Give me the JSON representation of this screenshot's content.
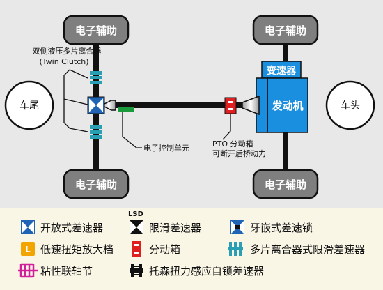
{
  "diagram": {
    "aux_label": "电子辅助",
    "rear_label": "车尾",
    "front_label": "车头",
    "gearbox_label": "变速器",
    "engine_label": "发动机",
    "twin_clutch_label_line1": "双侧液压多片离合器",
    "twin_clutch_label_line2": "(Twin Clutch)",
    "ecu_label": "电子控制单元",
    "pto_label_line1": "PTO 分动箱",
    "pto_label_line2": "可断开后桥动力"
  },
  "legend": {
    "open_diff": "开放式差速器",
    "lsd_tag": "LSD",
    "lsd": "限滑差速器",
    "locking_diff": "牙嵌式差速锁",
    "low_range_glyph": "L",
    "low_range": "低速扭矩放大档",
    "transfer_case": "分动箱",
    "multi_plate_lsd": "多片离合器式限滑差速器",
    "viscous": "粘性联轴节",
    "torsen": "托森扭力感应自锁差速器"
  },
  "colors": {
    "background": "#e8e8e8",
    "legend_background": "#faf6e6",
    "aux_box": "#7f7f7f",
    "gearbox_engine": "#1a8fe0",
    "diff_blue": "#1e63b4",
    "clutch_teal": "#2a9fb3",
    "transfer_red": "#e02020",
    "ecu_green": "#1a9a3a",
    "low_range_orange": "#f2a400",
    "viscous_magenta": "#d0209a",
    "shaft": "#111111"
  },
  "icons": {
    "open_diff": "open-differential-icon",
    "lsd": "limited-slip-differential-icon",
    "locking_diff": "locking-differential-icon",
    "low_range": "low-range-icon",
    "transfer_case": "transfer-case-icon",
    "multi_plate_lsd": "multi-plate-clutch-icon",
    "viscous": "viscous-coupling-icon",
    "torsen": "torsen-differential-icon"
  }
}
